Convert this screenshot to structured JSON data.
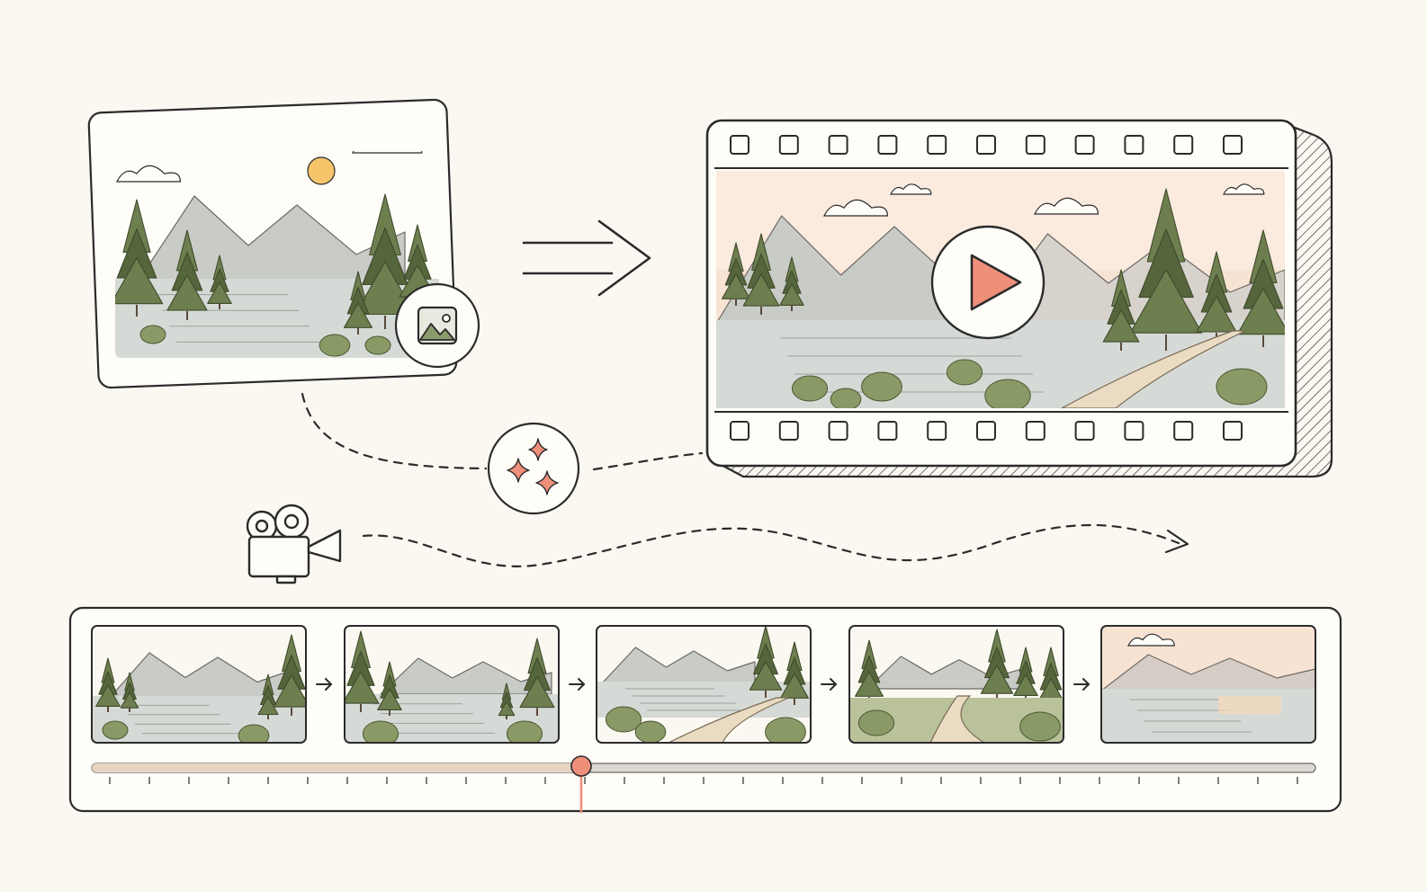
{
  "palette": {
    "background": "#fbf8f1",
    "ink": "#2b2b2b",
    "accent": "#ef8f7a",
    "pine": "#6e7f4f",
    "pine_dark": "#55653c",
    "mountain": "#c9cbc6",
    "water": "#d6dad6",
    "sun": "#f6c46a",
    "sunset_sky": "#f8e3d3",
    "scrubber_track": "#dcd9d2",
    "scrubber_played": "#e6d5c3"
  },
  "source_image": {
    "icon": "image-icon"
  },
  "transform": {
    "icon": "sparkles-icon",
    "arrow": "double-arrow-right"
  },
  "output_video": {
    "icon": "play-icon",
    "sprocket_count": 11
  },
  "camera": {
    "icon": "movie-camera-icon"
  },
  "timeline": {
    "frames": [
      {
        "scene": "lake-mountains-pines"
      },
      {
        "scene": "pines-lake-rocks"
      },
      {
        "scene": "lake-path-forest"
      },
      {
        "scene": "forest-path"
      },
      {
        "scene": "sunset-lake"
      }
    ],
    "progress": 0.4,
    "tick_count": 31
  }
}
